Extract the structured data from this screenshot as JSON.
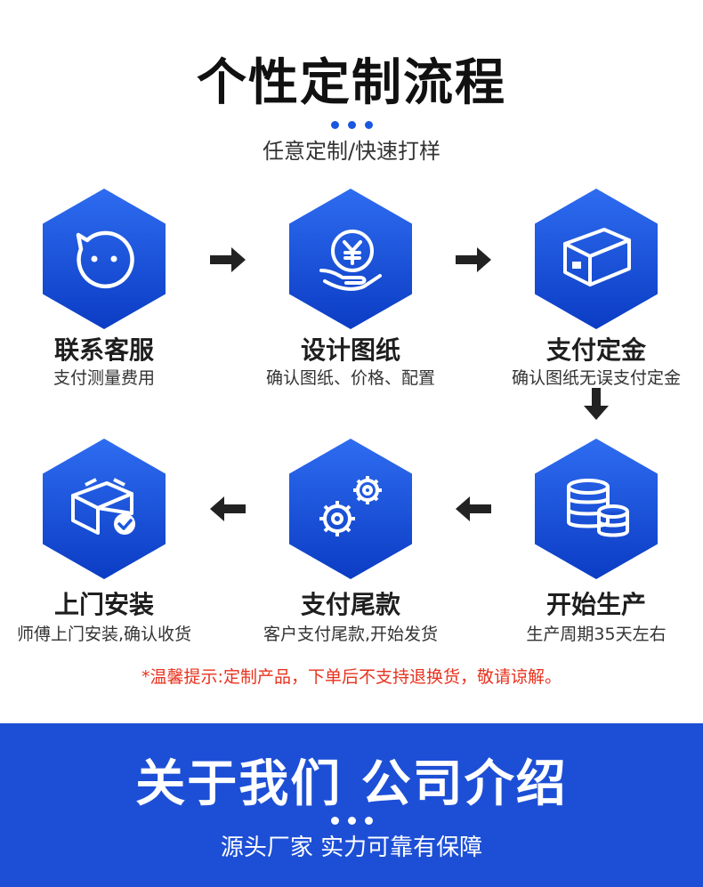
{
  "header": {
    "title": "个性定制流程",
    "subtitle": "任意定制/快速打样"
  },
  "steps": [
    {
      "title": "联系客服",
      "desc": "支付测量费用",
      "icon": "chat-face-icon"
    },
    {
      "title": "设计图纸",
      "desc": "确认图纸、价格、配置",
      "icon": "yen-coin-hand-icon"
    },
    {
      "title": "支付定金",
      "desc": "确认图纸无误支付定金",
      "icon": "box-icon"
    },
    {
      "title": "开始生产",
      "desc": "生产周期35天左右",
      "icon": "database-icon"
    },
    {
      "title": "支付尾款",
      "desc": "客户支付尾款,开始发货",
      "icon": "gears-icon"
    },
    {
      "title": "上门安装",
      "desc": "师傅上门安装,确认收货",
      "icon": "box-check-icon"
    }
  ],
  "notice": "*温馨提示:定制产品，下单后不支持退换货，敬请谅解。",
  "about": {
    "title": "关于我们 公司介绍",
    "subtitle": "源头厂家 实力可靠有保障"
  },
  "colors": {
    "accent": "#1a57e0",
    "accent_dark": "#0b3cc4",
    "banner": "#1d4fd6",
    "notice": "#e8321e",
    "arrow": "#222222"
  }
}
